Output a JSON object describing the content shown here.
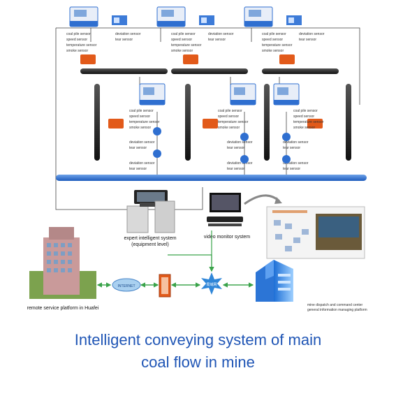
{
  "sensor_labels": [
    "coal pile sensor",
    "speed sensor",
    "temperature sensor",
    "smoke sensor",
    "deviation sensor",
    "tear sensor"
  ],
  "nodes": {
    "expert_system": "expert intelligent system\n(equipment level)",
    "video_monitor": "video monitor system",
    "remote_platform": "remote service platform in Huafei",
    "dispatch_center": "mine dispatch and command center\ngeneral information managing platform",
    "internet": "INTERNET",
    "lan": "局域网"
  },
  "caption": {
    "line1": "Intelligent conveying system of main",
    "line2": "coal flow in mine"
  },
  "colors": {
    "bus": "#2f6fd0",
    "caption": "#1f55b5",
    "arrow": "#3aa34a",
    "device": "#e25a1a"
  }
}
